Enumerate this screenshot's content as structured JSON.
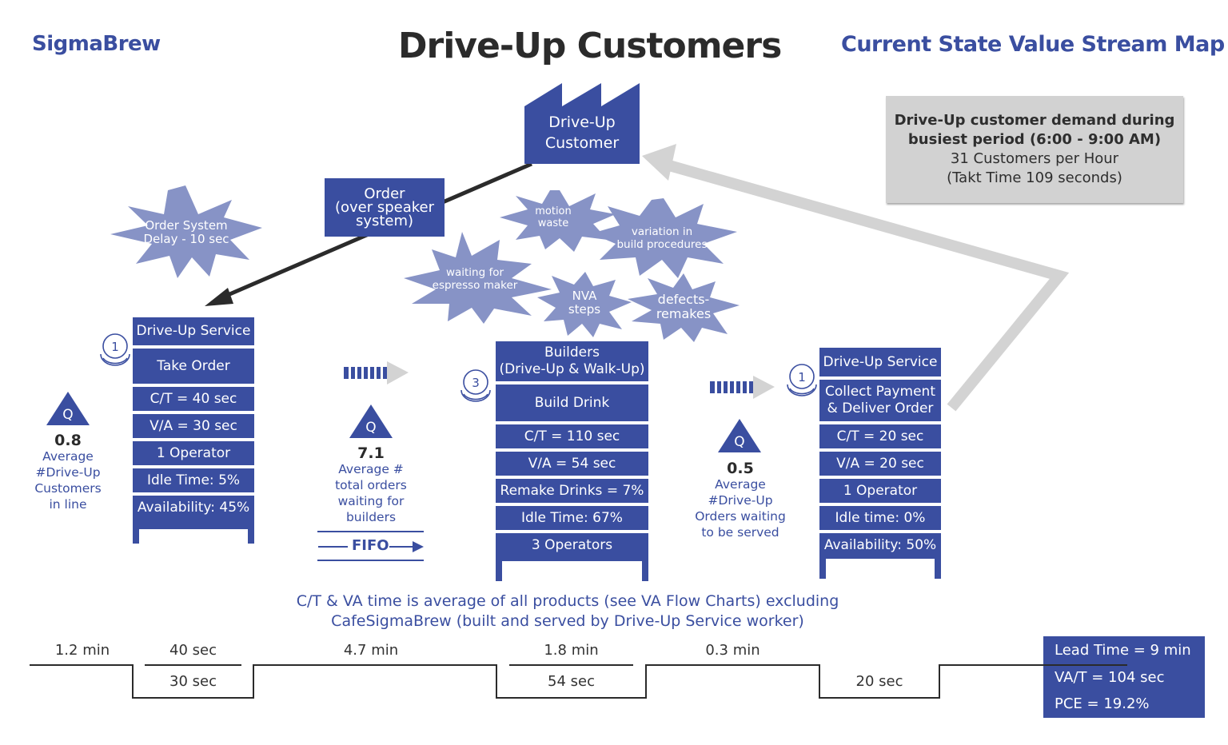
{
  "header": {
    "brand": "SigmaBrew",
    "title": "Drive-Up Customers",
    "subtitle": "Current State Value Stream Map"
  },
  "demand_box": {
    "line1": "Drive-Up customer demand during",
    "line2": "busiest period (6:00 - 9:00 AM)",
    "line3": "31 Customers per Hour",
    "line4": "(Takt Time 109 seconds)"
  },
  "customer": {
    "line1": "Drive-Up",
    "line2": "Customer",
    "icon": "factory-icon"
  },
  "order_info": {
    "line1": "Order",
    "line2": "(over speaker",
    "line3": "system)"
  },
  "kaizen_bursts": [
    {
      "line1": "Order System",
      "line2": "Delay - 10 sec"
    },
    {
      "line1": "motion",
      "line2": "waste"
    },
    {
      "line1": "variation in",
      "line2": "build procedures"
    },
    {
      "line1": "waiting for",
      "line2": "espresso maker"
    },
    {
      "line1": "NVA",
      "line2": "steps"
    },
    {
      "line1": "defects-",
      "line2": "remakes"
    }
  ],
  "processes": [
    {
      "operators_icon": "1",
      "header": "Drive-Up Service",
      "name": "Take Order",
      "metrics": [
        "C/T = 40 sec",
        "V/A = 30 sec",
        "1 Operator",
        "Idle Time: 5%"
      ],
      "footer": "Availability: 45%"
    },
    {
      "operators_icon": "3",
      "header_line1": "Builders",
      "header_line2": "(Drive-Up & Walk-Up)",
      "name": "Build Drink",
      "metrics": [
        "C/T = 110 sec",
        "V/A = 54 sec",
        "Remake Drinks = 7%",
        "Idle Time: 67%"
      ],
      "footer": "3 Operators"
    },
    {
      "operators_icon": "1",
      "header": "Drive-Up Service",
      "name_line1": "Collect Payment",
      "name_line2": "& Deliver Order",
      "metrics": [
        "C/T = 20 sec",
        "V/A = 20 sec",
        "1 Operator",
        "Idle time: 0%"
      ],
      "footer": "Availability: 50%"
    }
  ],
  "queues": [
    {
      "icon": "Q",
      "value": "0.8",
      "desc": [
        "Average",
        "#Drive-Up",
        "Customers",
        "in line"
      ]
    },
    {
      "icon": "Q",
      "value": "7.1",
      "desc": [
        "Average #",
        "total orders",
        "waiting for",
        "builders"
      ]
    },
    {
      "icon": "Q",
      "value": "0.5",
      "desc": [
        "Average",
        "#Drive-Up",
        "Orders waiting",
        "to be served"
      ]
    }
  ],
  "fifo_label": "FIFO",
  "note": {
    "line1": "C/T & VA time is average of all products (see VA Flow Charts) excluding",
    "line2": "CafeSigmaBrew (built and served by Drive-Up Service worker)"
  },
  "timeline": {
    "wait_times": [
      "1.2 min",
      "4.7 min",
      "0.3 min"
    ],
    "cycle_times": [
      "40 sec",
      "1.8 min"
    ],
    "va_times": [
      "30 sec",
      "54 sec",
      "20 sec"
    ]
  },
  "summary": {
    "lead_time": "Lead Time = 9 min",
    "va_time": "VA/T = 104 sec",
    "pce": "PCE = 19.2%"
  },
  "colors": {
    "primary_blue": "#3a4ea0",
    "burst_fill": "#8793c6",
    "demand_gray": "#d2d2d2",
    "arrow_gray": "#d3d3d3",
    "text_dark": "#2b2b2b"
  }
}
